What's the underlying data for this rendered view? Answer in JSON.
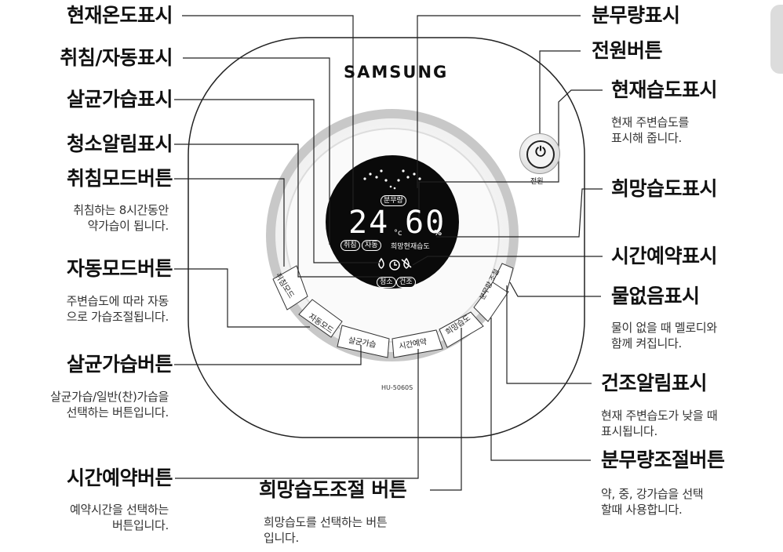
{
  "device": {
    "brand": "SAMSUNG",
    "model": "HU-5060S",
    "power_label": "전원",
    "display": {
      "spray_label": "분무량",
      "temperature": "24",
      "temp_unit": "°c",
      "humidity": "60",
      "humidity_unit": "%",
      "sleep": "취침",
      "auto": "자동",
      "humidity_caption": "희망현재습도",
      "clean": "청소",
      "dry": "건조"
    },
    "keys": {
      "sleep_mode": "취침모드",
      "auto_mode": "자동모드",
      "sterilize": "살균가습",
      "timer": "시간예약",
      "target_humidity": "희망습도",
      "spray_adjust": "분무량 조절"
    }
  },
  "callouts": {
    "left": [
      {
        "label": "현재온도표시"
      },
      {
        "label": "취침/자동표시"
      },
      {
        "label": "살균가습표시"
      },
      {
        "label": "청소알림표시"
      },
      {
        "label": "취침모드버튼",
        "desc": "취침하는 8시간동안\n약가습이 됩니다."
      },
      {
        "label": "자동모드버튼",
        "desc": "주변습도에 따라 자동\n으로 가습조절됩니다."
      },
      {
        "label": "살균가습버튼",
        "desc": "살균가습/일반(찬)가습을\n선택하는 버튼입니다."
      },
      {
        "label": "시간예약버튼",
        "desc": "예약시간을 선택하는\n버튼입니다."
      }
    ],
    "bottom": {
      "label": "희망습도조절 버튼",
      "desc": "희망습도를 선택하는 버튼\n입니다."
    },
    "right": [
      {
        "label": "분무량표시"
      },
      {
        "label": "전원버튼"
      },
      {
        "label": "현재습도표시",
        "desc": "현재 주변습도를\n표시해 줍니다."
      },
      {
        "label": "희망습도표시"
      },
      {
        "label": "시간예약표시"
      },
      {
        "label": "물없음표시",
        "desc": "물이 없을 때 멜로디와\n함께 켜집니다."
      },
      {
        "label": "건조알림표시",
        "desc": "현재 주변습도가 낮을 때\n표시됩니다."
      },
      {
        "label": "분무량조절버튼",
        "desc": "약, 중, 강가습을 선택\n할때 사용합니다."
      }
    ]
  }
}
